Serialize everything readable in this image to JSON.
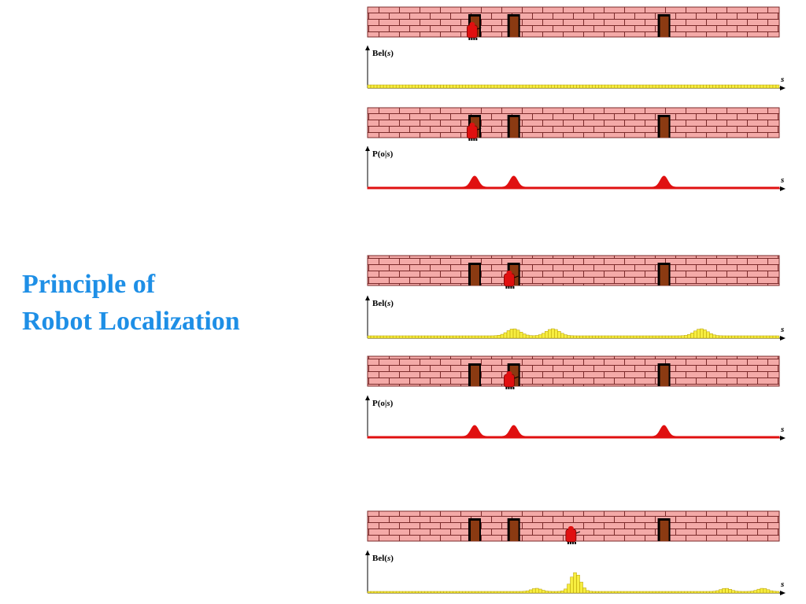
{
  "title": {
    "line1": "Principle of",
    "line2": "Robot Localization"
  },
  "colors": {
    "title": "#1e8fe6",
    "wall_fill": "#f4aaa8",
    "wall_mortar": "#7a2a2a",
    "door_fill": "#8b3a12",
    "door_frame": "#000000",
    "robot": "#e01010",
    "belief_fill": "#f7ee40",
    "belief_stroke": "#b39a00",
    "likelihood": "#e01010"
  },
  "doors": [
    0.26,
    0.355,
    0.72
  ],
  "panels": [
    {
      "id": "step-1",
      "robot_pos": 0.255,
      "plots": [
        {
          "kind": "belief",
          "label_pre": "Bel(",
          "label_var": "s",
          "label_post": ")",
          "axis_var": "s",
          "shape": "uniform"
        },
        {
          "kind": "likelihood",
          "label_pre": "P(o|",
          "label_var": "s",
          "label_post": ")",
          "axis_var": "s",
          "shape": "doors"
        }
      ],
      "robot2_pos": 0.255
    },
    {
      "id": "step-2",
      "robot_pos": 0.345,
      "plots": [
        {
          "kind": "belief",
          "label_pre": "Bel(",
          "label_var": "s",
          "label_post": ")",
          "axis_var": "s",
          "shape": "three-bumps",
          "peaks": [
            0.355,
            0.45,
            0.81
          ]
        },
        {
          "kind": "likelihood",
          "label_pre": "P(o|",
          "label_var": "s",
          "label_post": ")",
          "axis_var": "s",
          "shape": "doors"
        }
      ],
      "robot2_pos": 0.345
    },
    {
      "id": "step-3",
      "robot_pos": 0.495,
      "plots": [
        {
          "kind": "belief",
          "label_pre": "Bel(",
          "label_var": "s",
          "label_post": ")",
          "axis_var": "s",
          "shape": "peaked",
          "peak": 0.505,
          "minor": [
            0.41,
            0.87,
            0.96
          ]
        }
      ]
    }
  ]
}
